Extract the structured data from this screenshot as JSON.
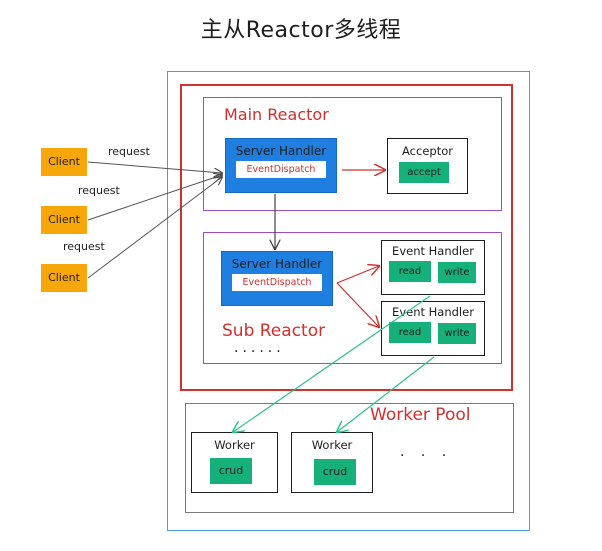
{
  "title": "主从Reactor多线程",
  "clients": [
    {
      "label": "Client",
      "request_label": "request"
    },
    {
      "label": "Client",
      "request_label": "request"
    },
    {
      "label": "Client",
      "request_label": "request"
    }
  ],
  "main_reactor": {
    "label": "Main Reactor",
    "server_handler": {
      "title": "Server Handler",
      "dispatch": "EventDispatch"
    },
    "acceptor": {
      "title": "Acceptor",
      "action": "accept"
    }
  },
  "sub_reactor": {
    "label": "Sub Reactor",
    "server_handler": {
      "title": "Server Handler",
      "dispatch": "EventDispatch"
    },
    "event_handlers": [
      {
        "title": "Event Handler",
        "read": "read",
        "write": "write"
      },
      {
        "title": "Event Handler",
        "read": "read",
        "write": "write"
      }
    ],
    "ellipsis": "......"
  },
  "worker_pool": {
    "label": "Worker Pool",
    "workers": [
      {
        "title": "Worker",
        "action": "crud"
      },
      {
        "title": "Worker",
        "action": "crud"
      }
    ],
    "ellipsis": "· · ·"
  },
  "colors": {
    "outer": "#4a9ce8",
    "reactor": "#d0302e",
    "reactor_inner": "#9c4dbd",
    "handler": "#1e7fe0",
    "chip": "#16b07a",
    "client": "#f7a70a",
    "worker_link": "#2bbf8f"
  }
}
